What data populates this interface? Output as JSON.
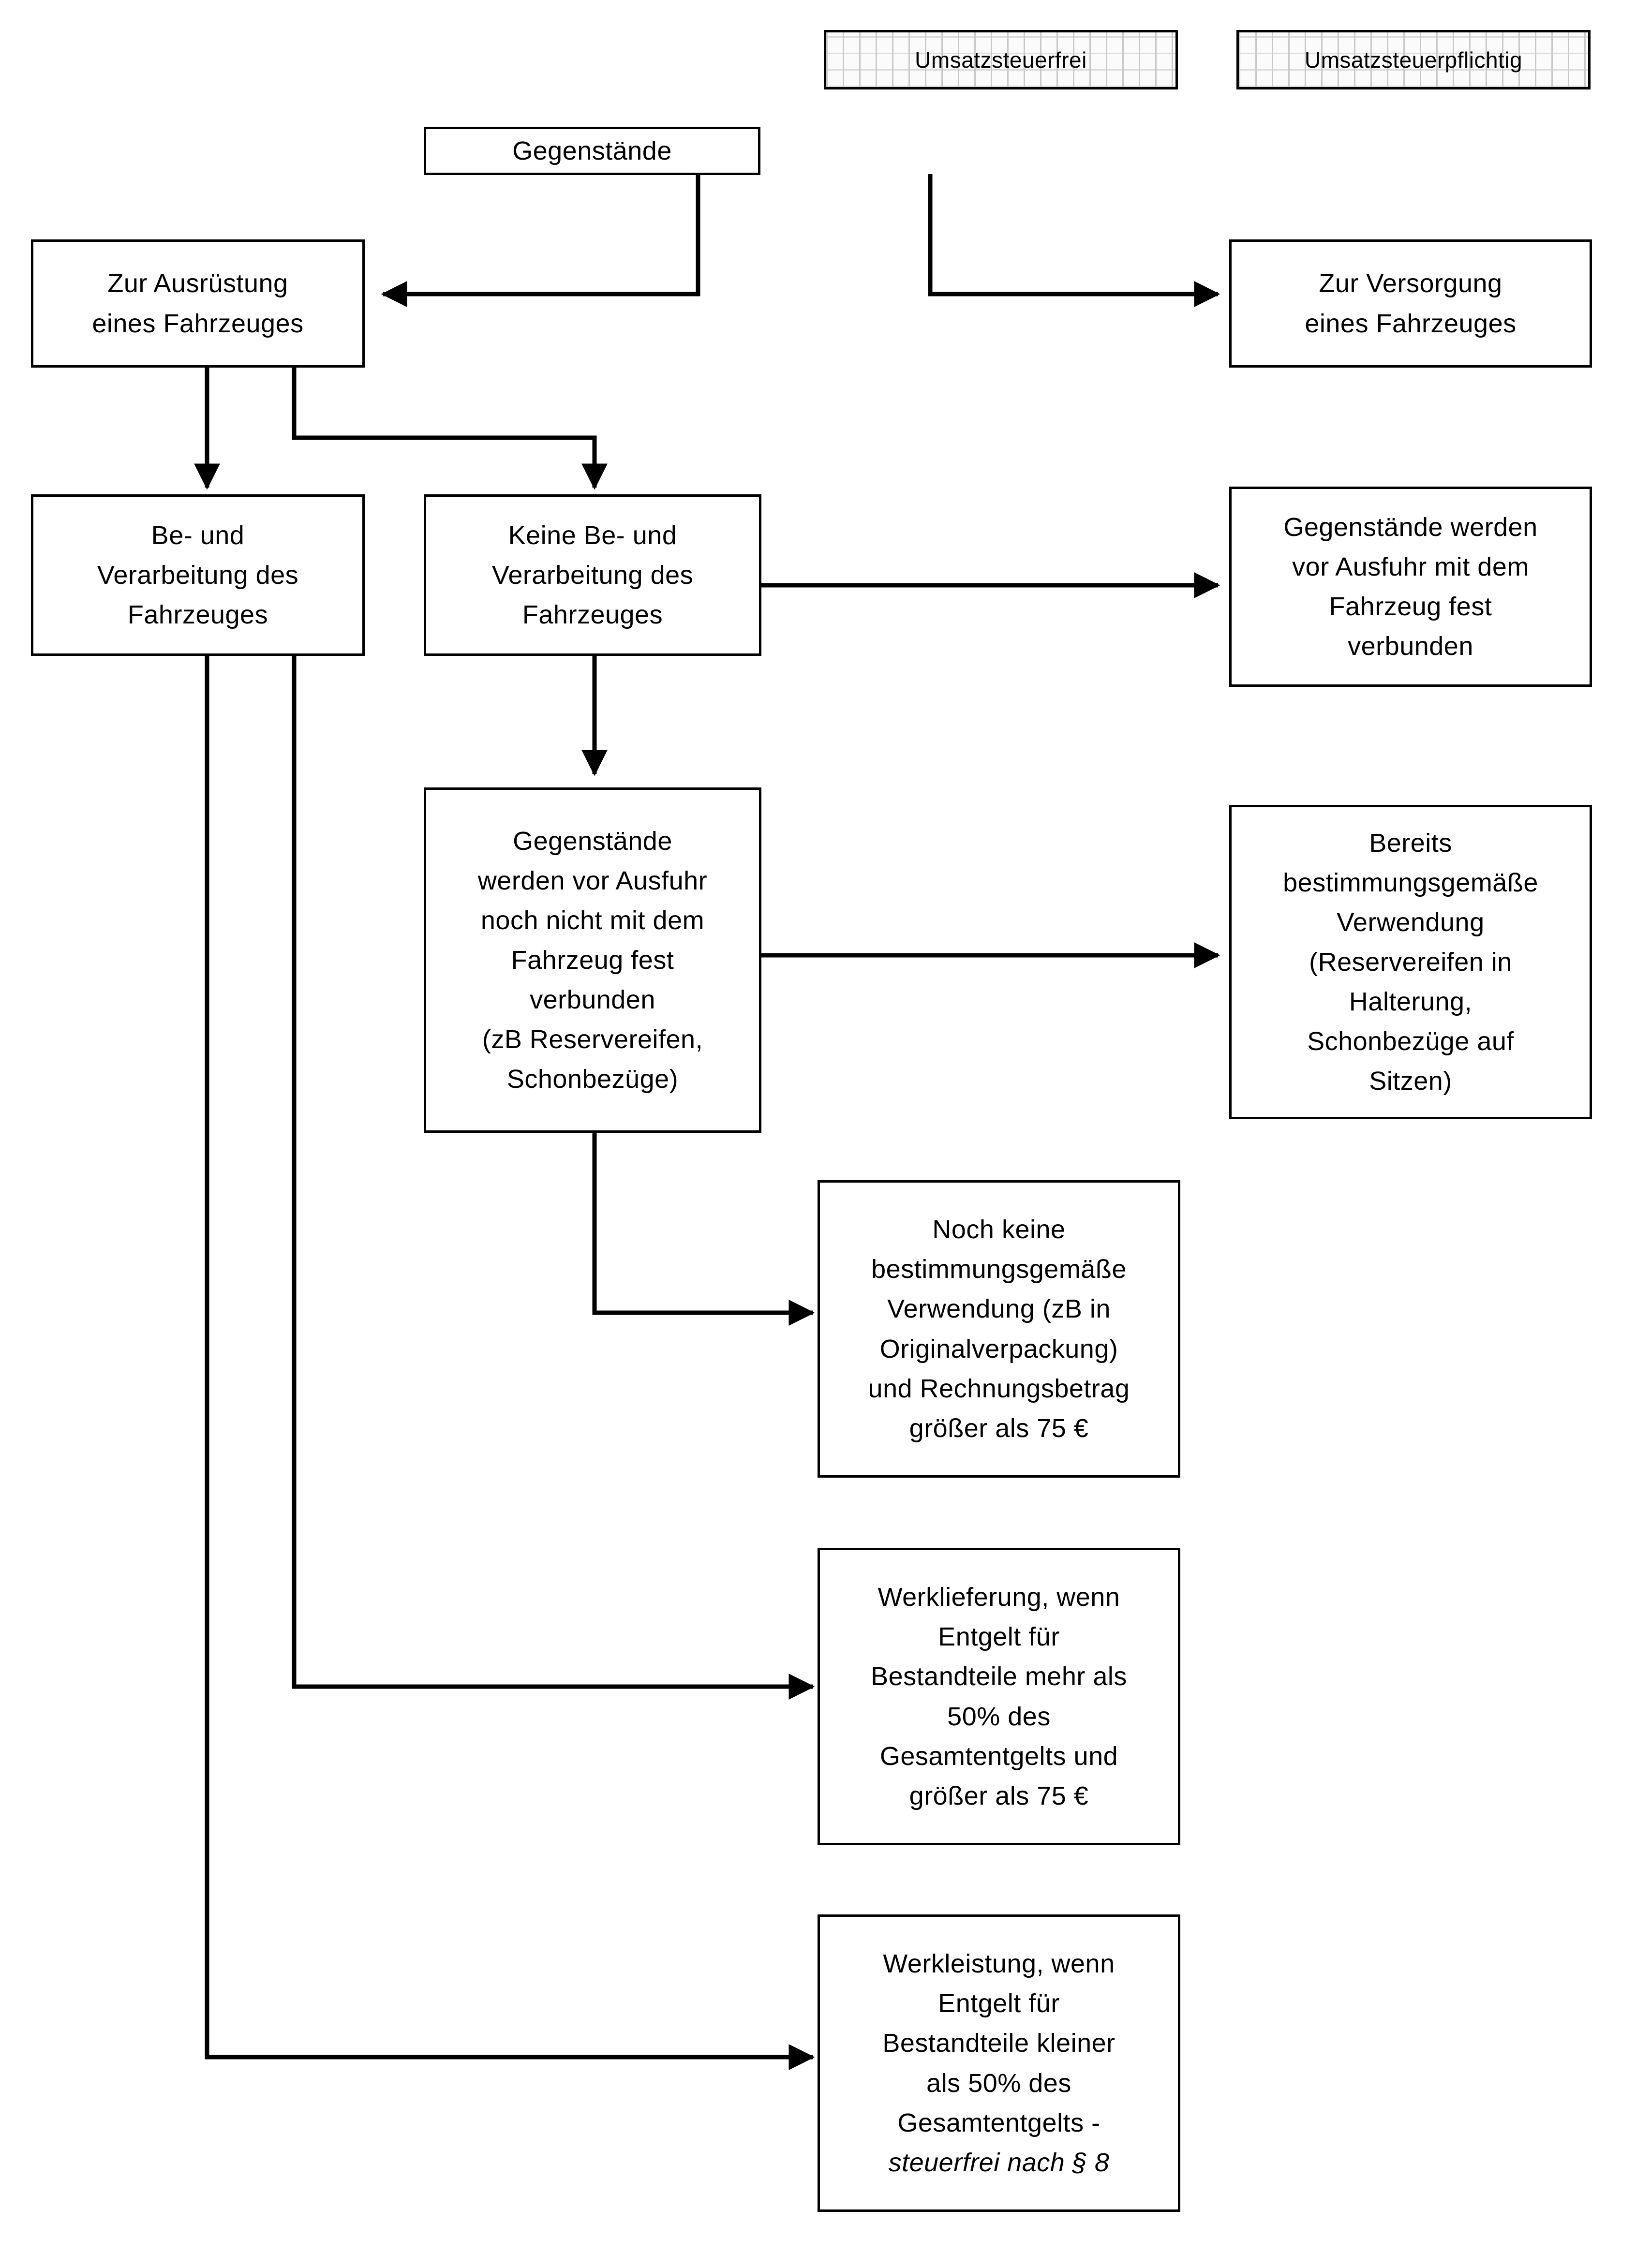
{
  "diagram": {
    "title_hidden": "",
    "legend": {
      "tax_free_label": "Umsatzsteuerfrei",
      "taxable_label": "Umsatzsteuerpflichtig"
    },
    "colors": {
      "stroke": "#000000",
      "fill": "#ffffff",
      "legend_hatch": "#c9c9c9"
    },
    "nodes": {
      "objects": "Gegenstände",
      "equipment": "Zur Ausrüstung\neines Fahrzeuges",
      "supply": "Zur Versorgung\neines Fahrzeuges",
      "processing": "Be- und\nVerarbeitung des\nFahrzeuges",
      "no_processing": "Keine Be- und\nVerarbeitung des\nFahrzeuges",
      "firmly_connected": "Gegenstände werden\nvor Ausfuhr mit dem\nFahrzeug fest\nverbunden",
      "not_yet_connected": "Gegenstände\nwerden vor Ausfuhr\nnoch nicht mit dem\nFahrzeug fest\nverbunden\n(zB Reservereifen,\nSchonbezüge)",
      "already_used": "Bereits\nbestimmungsgemäße\nVerwendung\n(Reservereifen in\nHalterung,\nSchonbezüge auf\nSitzen)",
      "not_yet_used": "Noch keine\nbestimmungsgemäße\nVerwendung (zB in\nOriginalverpackung)\nund Rechnungsbetrag\ngrößer als 75 €",
      "werklieferung": "Werklieferung, wenn\nEntgelt für\nBestandteile mehr als\n50% des\nGesamtentgelts und\ngrößer als 75 €",
      "werkleistung_main": "Werkleistung, wenn\nEntgelt für\nBestandteile kleiner\nals 50% des\nGesamtentgelts -",
      "werkleistung_note": "steuerfrei nach § 8"
    }
  }
}
